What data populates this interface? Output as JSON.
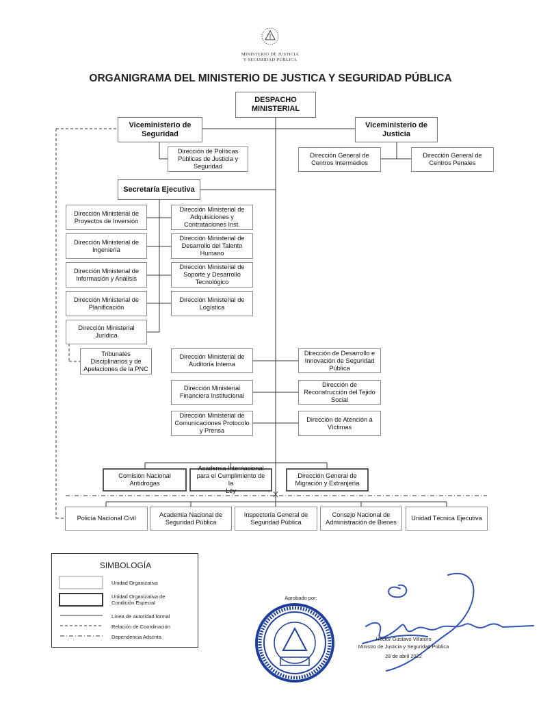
{
  "header": {
    "ministry_name": "MINISTERIO DE JUSTICIA\nY SEGURIDAD PÚBLICA",
    "logo_icon": "coat-of-arms-icon",
    "title": "ORGANIGRAMA DEL MINISTERIO DE JUSTICA Y SEGURIDAD PÚBLICA"
  },
  "units": {
    "despacho": "DESPACHO\nMINISTERIAL",
    "vice_seguridad": "Viceministerio de\nSeguridad",
    "vice_justicia": "Viceministerio de\nJusticia",
    "politicas_publicas": "Dirección de Políticas\nPúblicas de Justicia y\nSeguridad",
    "centros_intermedios": "Dirección General de\nCentros Intermedios",
    "centros_penales": "Dirección General de\nCentros Penales",
    "secretaria_ejecutiva": "Secretaría Ejecutiva",
    "proyectos_inversion": "Dirección Ministerial de\nProyectos de Inversión",
    "ingenieria": "Dirección Ministerial de\nIngeniería",
    "informacion_analisis": "Dirección Ministerial de\nInformación y Análisis",
    "planificacion": "Dirección Ministerial de\nPlanificación",
    "juridica": "Dirección Ministerial\nJurídica",
    "tribunales": "Tribunales\nDisciplinarios y de\nApelaciones de la PNC",
    "adquisiciones": "Dirección Ministerial de\nAdquisiciones y\nContrataciones Inst.",
    "talento_humano": "Dirección Ministerial de\nDesarrollo del Talento\nHumano",
    "soporte_tecnologico": "Dirección Ministerial de\nSoporte y Desarrollo\nTecnológico",
    "logistica": "Dirección Ministerial de\nLogística",
    "auditoria": "Dirección Ministerial de\nAuditoría Interna",
    "financiera": "Dirección Ministerial\nFinanciera Institucional",
    "comunicaciones": "Dirección Ministerial de\nComunicaciones Protocolo\ny Prensa",
    "innovacion": "Dirección de Desarrollo e\nInnovación de Seguridad\nPública",
    "reconstruccion": "Dirección de\nReconstrucción del Tejido\nSocial",
    "atencion_victimas": "Dirección de Atención a\nVíctimas",
    "comision_antidrogas": "Comisión Nacional\nAntidrogas",
    "academia_internacional": "Academia Internacional\npara el Cumplimiento de la\nLey",
    "migracion": "Dirección General de\nMigración y Extranjería",
    "pnc": "Policía Nacional Civil",
    "academia_nacional": "Academia Nacional de\nSeguridad Pública",
    "inspectoria": "Inspectoría General de\nSeguridad Pública",
    "consejo_bienes": "Consejo Nacional de\nAdministración de Bienes",
    "unidad_tecnica": "Unidad Técnica Ejecutiva"
  },
  "legend": {
    "title": "SIMBOLOGÍA",
    "unidad_organizativa": "Unidad Organizativa",
    "condicion_especial": "Unidad Organizativa de\nCondición Especial",
    "linea_autoridad": "Línea de autoridad formal",
    "relacion_coordinacion": "Relación de Coordinación",
    "dependencia_adscrita": "Dependencia Adscrita"
  },
  "approval": {
    "approved_by": "Aprobado por:",
    "name": "Héctor Gustavo Villatoro",
    "position": "Ministro de Justicia y Seguridad Pública",
    "date": "28 de abril 2022",
    "seal_icon": "ministry-seal-icon",
    "signature_icon": "signature-icon"
  }
}
